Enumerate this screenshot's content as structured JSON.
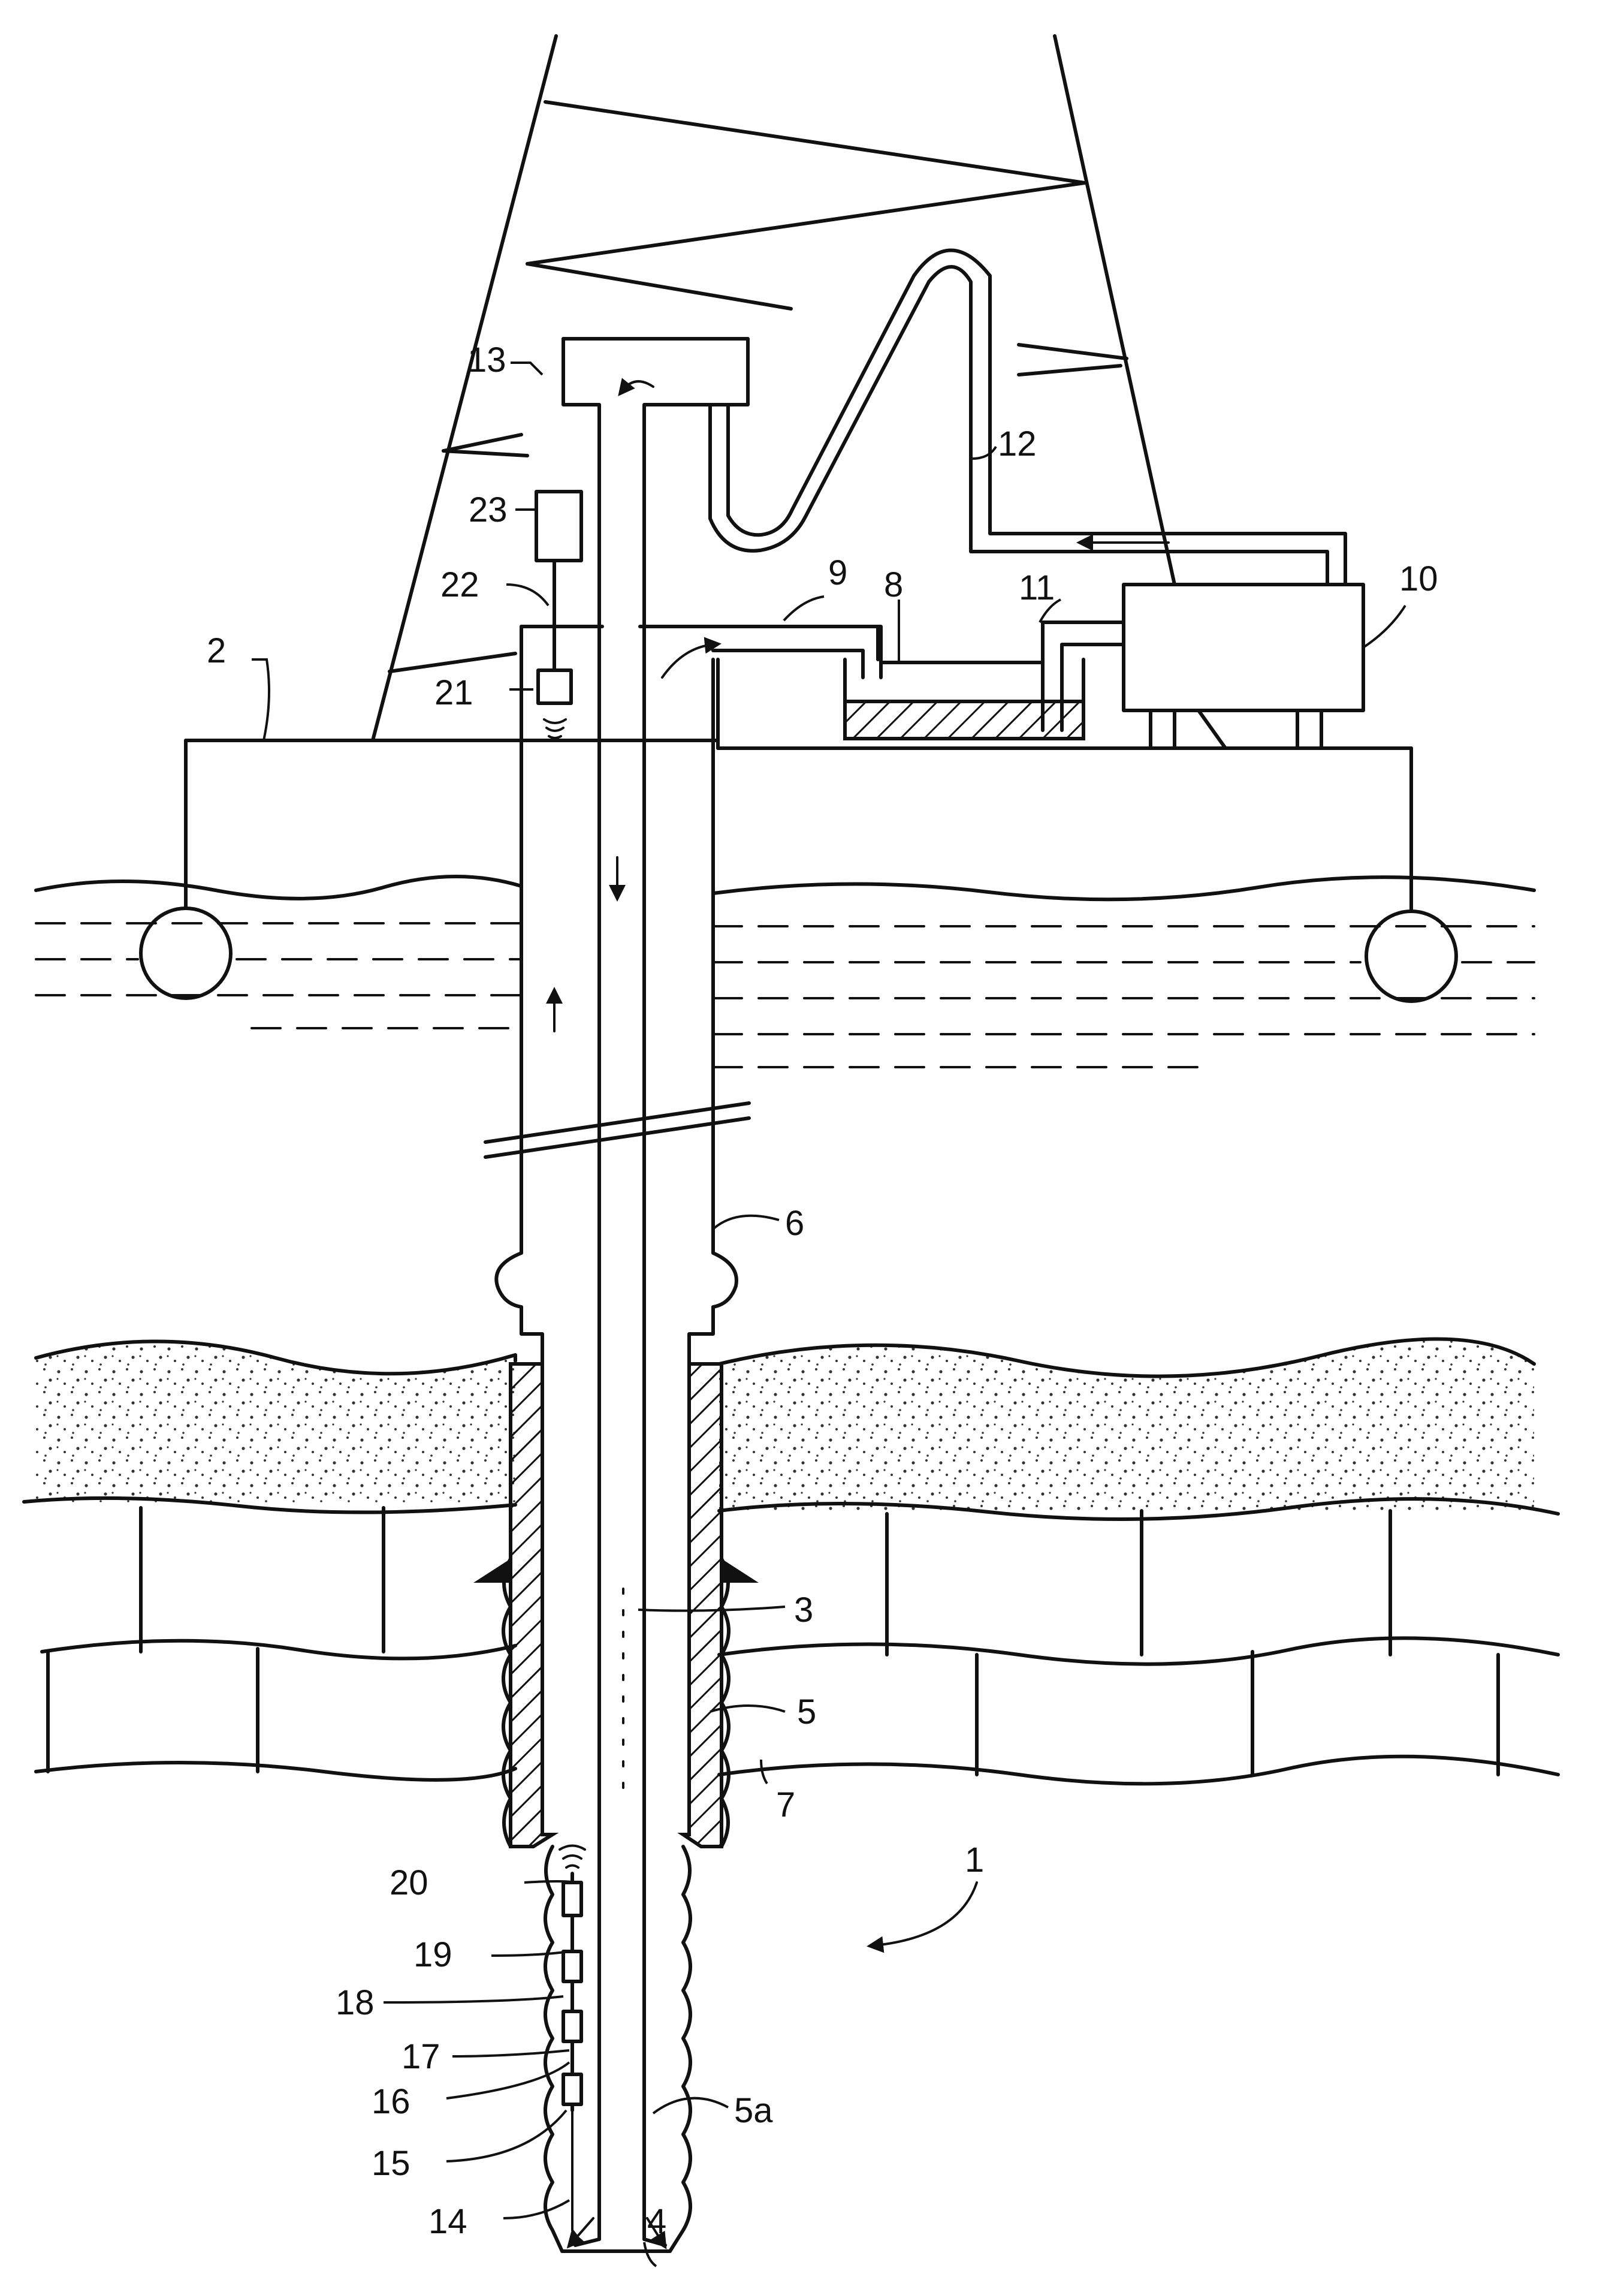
{
  "figure": {
    "labels": {
      "l1": "1",
      "l2": "2",
      "l3": "3",
      "l4": "4",
      "l5": "5",
      "l5a": "5a",
      "l6": "6",
      "l7": "7",
      "l8": "8",
      "l9": "9",
      "l10": "10",
      "l11": "11",
      "l12": "12",
      "l13": "13",
      "l14": "14",
      "l15": "15",
      "l16": "16",
      "l17": "17",
      "l18": "18",
      "l19": "19",
      "l20": "20",
      "l21": "21",
      "l22": "22",
      "l23": "23"
    }
  }
}
